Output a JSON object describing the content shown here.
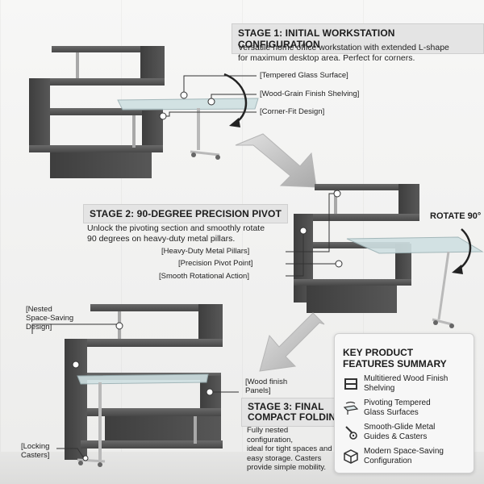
{
  "stage1": {
    "title": "STAGE 1: INITIAL WORKSTATION CONFIGURATION",
    "desc_line1": "Versatile home office workstation with extended L-shape",
    "desc_line2": "for maximum desktop area. Perfect for corners.",
    "callouts": [
      "[Tempered Glass Surface]",
      "[Wood-Grain Finish Shelving]",
      "[Corner-Fit Design]"
    ]
  },
  "stage2": {
    "title": "STAGE 2: 90-DEGREE PRECISION PIVOT",
    "desc_line1": "Unlock the pivoting section and smoothly rotate",
    "desc_line2": "90 degrees on heavy-duty metal pillars.",
    "rotate_label": "ROTATE 90°",
    "callouts": [
      "[Heavy-Duty Metal Pillars]",
      "[Precision Pivot Point]",
      "[Smooth Rotational Action]"
    ]
  },
  "stage3": {
    "title_line1": "STAGE 3: FINAL",
    "title_line2": "COMPACT FOLDING",
    "desc_lines": [
      "Fully nested configuration,",
      "ideal for tight spaces and",
      "easy storage. Casters",
      "provide simple mobility."
    ],
    "callout_nested": [
      "[Nested",
      "Space-Saving",
      "Design]"
    ],
    "callout_wood": [
      "[Wood finish",
      "Panels]"
    ],
    "callout_casters": [
      "[Locking",
      "Casters]"
    ]
  },
  "summary": {
    "title_line1": "KEY PRODUCT",
    "title_line2": "FEATURES SUMMARY",
    "features": [
      {
        "icon": "shelves-icon",
        "line1": "Multitiered Wood Finish",
        "line2": "Shelving"
      },
      {
        "icon": "glass-pane-icon",
        "line1": "Pivoting Tempered",
        "line2": "Glass Surfaces"
      },
      {
        "icon": "caster-wheel-icon",
        "line1": "Smooth-Glide Metal",
        "line2": "Guides & Casters"
      },
      {
        "icon": "package-box-icon",
        "line1": "Modern Space-Saving",
        "line2": "Configuration"
      }
    ]
  },
  "colors": {
    "wood_dark": "#4a4a4a",
    "wood_mid": "#5c5c5c",
    "glass": "#cfe0e2",
    "metal": "#b9b9b9",
    "title_bg": "#e4e4e4",
    "arrow": "#c9c9c9"
  }
}
